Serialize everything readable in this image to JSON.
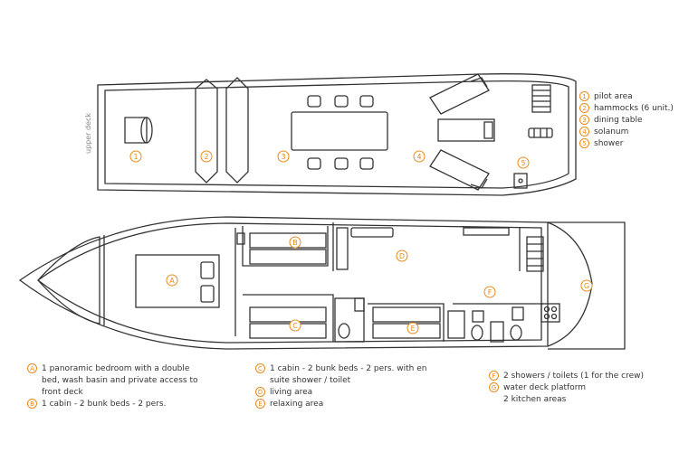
{
  "deck_label": "upper deck",
  "accent_color": "#e98a1c",
  "line_color": "#333333",
  "upper_legend": [
    {
      "mark": "1",
      "text": "pilot area"
    },
    {
      "mark": "2",
      "text": "hammocks (6 unit.)"
    },
    {
      "mark": "3",
      "text": "dining table"
    },
    {
      "mark": "4",
      "text": "solanum"
    },
    {
      "mark": "5",
      "text": "shower"
    }
  ],
  "lower_legend": {
    "col1": [
      {
        "mark": "A",
        "text": "1 panoramic bedroom with a double bed, wash basin and private access to front deck"
      },
      {
        "mark": "B",
        "text": "1 cabin - 2 bunk beds - 2 pers."
      }
    ],
    "col2": [
      {
        "mark": "C",
        "text": "1 cabin - 2 bunk beds - 2 pers. with en suite shower / toilet"
      },
      {
        "mark": "D",
        "text": "living area"
      },
      {
        "mark": "E",
        "text": "relaxing area"
      }
    ],
    "col3": [
      {
        "mark": "F",
        "text": "2 showers / toilets (1 for the crew)"
      },
      {
        "mark": "G",
        "text": "water deck platform"
      },
      {
        "mark": "",
        "text": "2 kitchen areas"
      }
    ]
  },
  "plan_marks": {
    "m1": "1",
    "m2": "2",
    "m3": "3",
    "m4": "4",
    "m5": "5",
    "mA": "A",
    "mB": "B",
    "mC": "C",
    "mD": "D",
    "mE": "E",
    "mF": "F",
    "mG": "G"
  }
}
